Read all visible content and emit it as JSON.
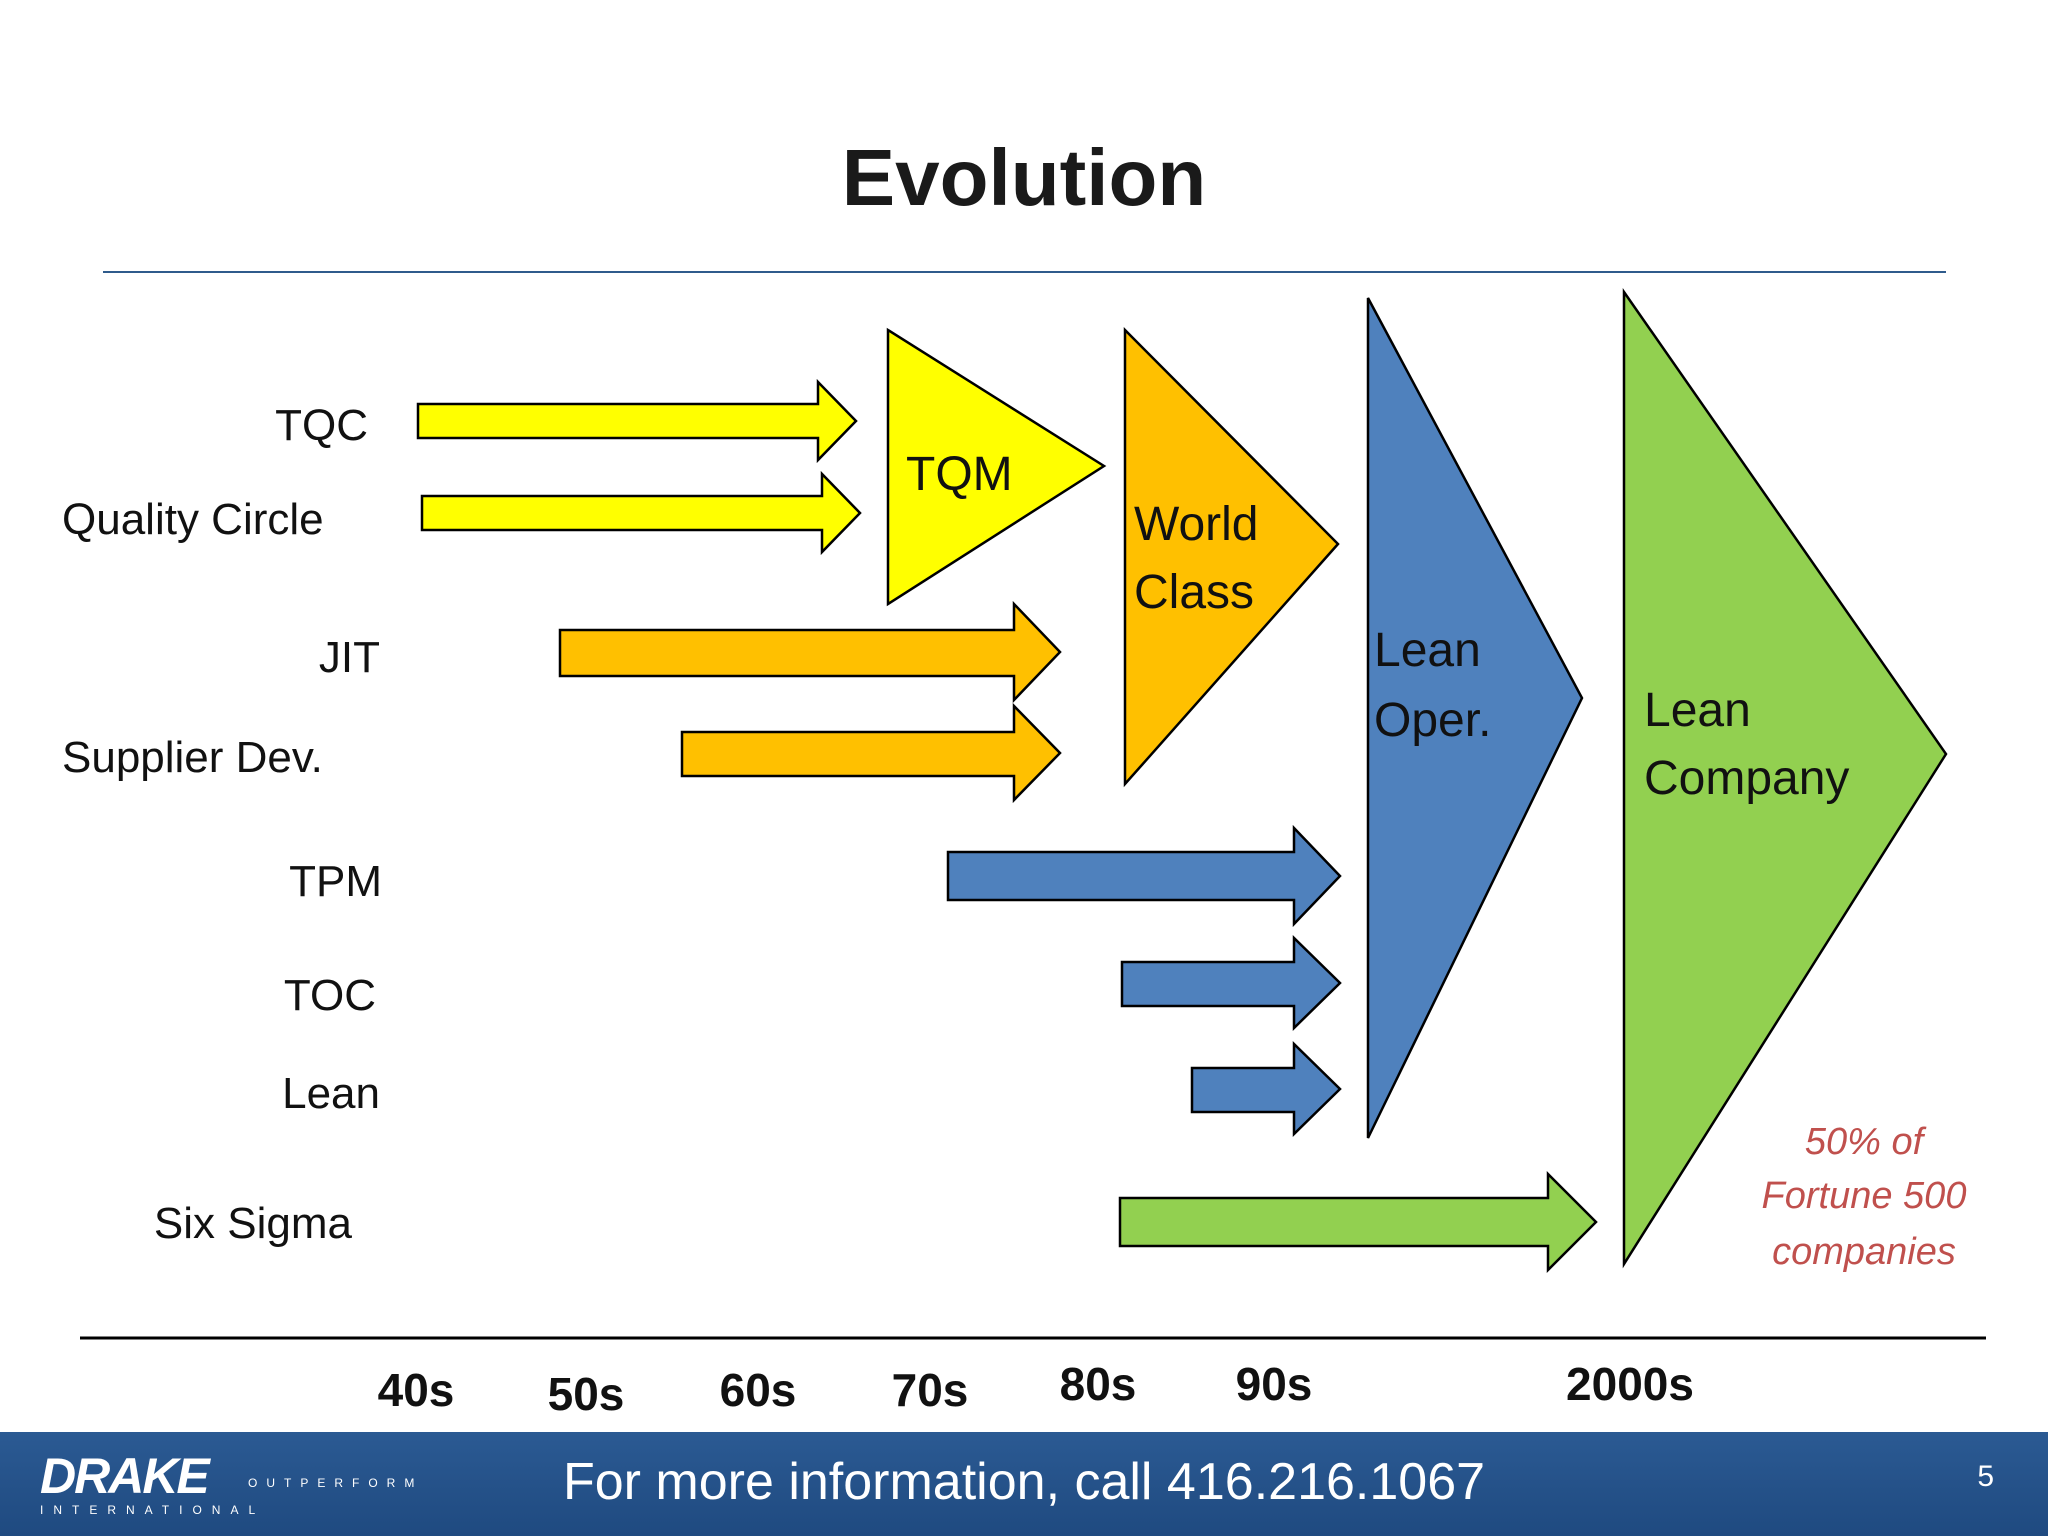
{
  "title": "Evolution",
  "left_labels": [
    "TQC",
    "Quality Circle",
    "JIT",
    "Supplier Dev.",
    "TPM",
    "TOC",
    "Lean",
    "Six Sigma"
  ],
  "triangles": [
    {
      "lines": [
        "TQM"
      ],
      "color": "#ffff00"
    },
    {
      "lines": [
        "World",
        "Class"
      ],
      "color": "#ffc000"
    },
    {
      "lines": [
        "Lean",
        "Oper."
      ],
      "color": "#4f81bd"
    },
    {
      "lines": [
        "Lean",
        "Company"
      ],
      "color": "#92d050"
    }
  ],
  "decades": [
    "40s",
    "50s",
    "60s",
    "70s",
    "80s",
    "90s",
    "2000s"
  ],
  "note": [
    "50% of",
    "Fortune 500",
    "companies"
  ],
  "colors": {
    "yellow": "#ffff00",
    "orange": "#ffc000",
    "blue": "#4f81bd",
    "green": "#92d050",
    "note": "#c0504d",
    "footer": "#1f4a80",
    "rule": "#2f5b8c"
  },
  "footer": {
    "logo_text": "DRAKE",
    "logo_subtext": "INTERNATIONAL",
    "logo_tagline": "OUTPERFORM",
    "info": "For more information, call 416.216.1067",
    "page_number": "5"
  }
}
